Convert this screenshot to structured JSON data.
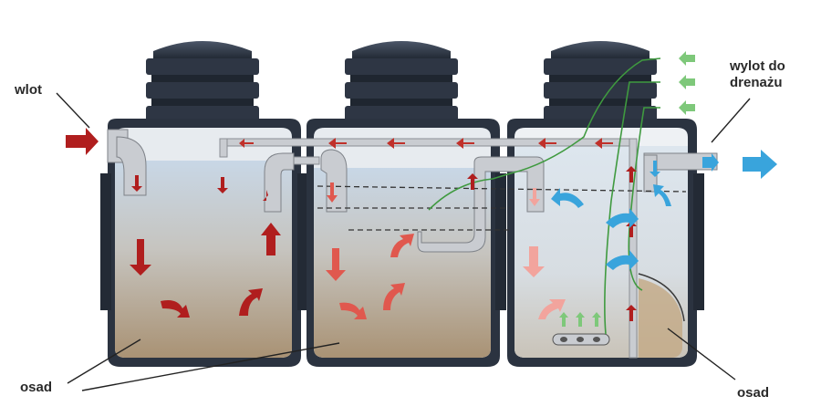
{
  "labels": {
    "inlet": "wlot",
    "outlet": "wylot do\ndrenażu",
    "sludge_left": "osad",
    "sludge_right": "osad"
  },
  "colors": {
    "tank_shell": "#2b3340",
    "tank_inner": "#e8ecf0",
    "water_top": "#c9d8e6",
    "sludge": "#b59a78",
    "flow_red": "#b01e1e",
    "flow_light_red": "#e9776f",
    "flow_pink": "#f0aaa4",
    "flow_blue": "#3aa6dc",
    "air_green": "#7ec87a",
    "pipe": "#c9ccd1"
  },
  "icons": {
    "inlet_arrow": "arrow-right-dark-red",
    "outlet_arrow": "arrow-right-blue",
    "air_arrows": "arrow-left-green"
  }
}
